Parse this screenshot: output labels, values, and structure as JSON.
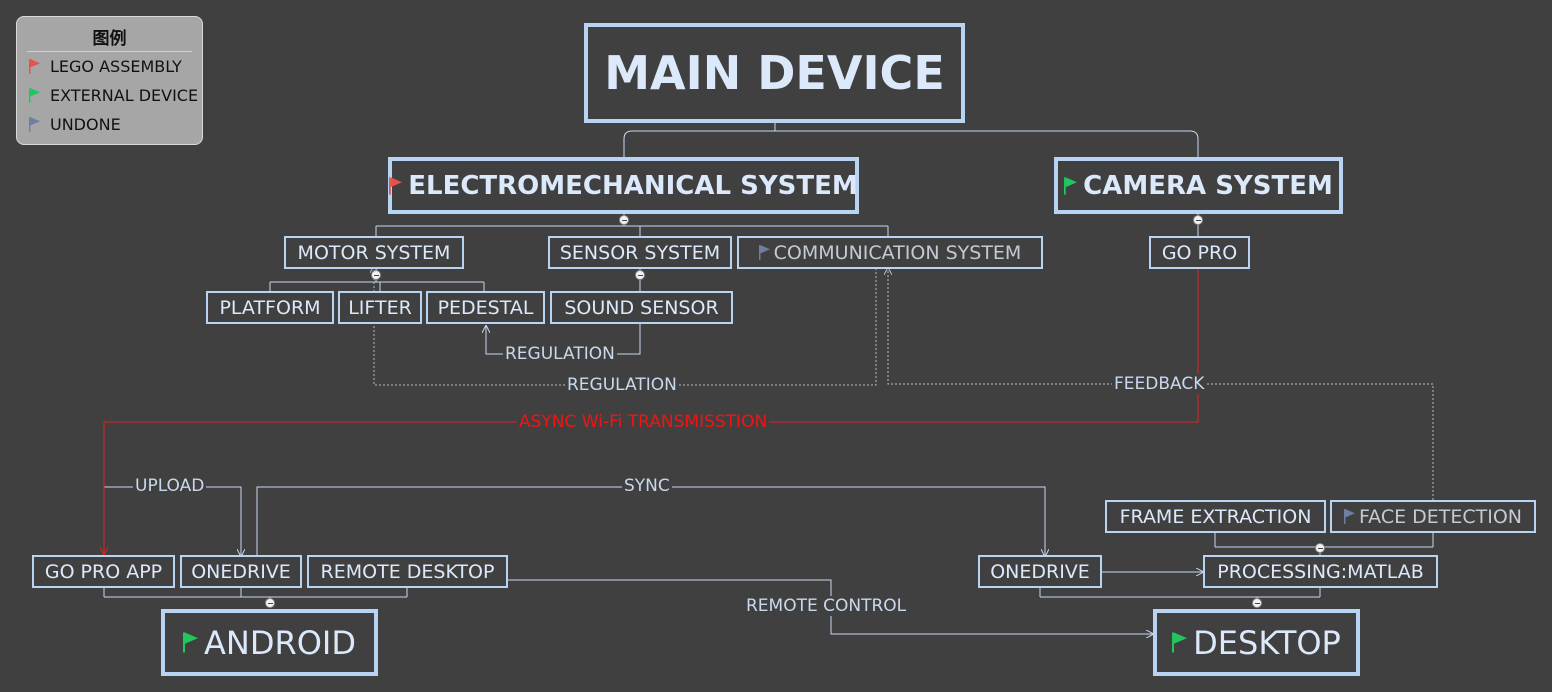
{
  "legend": {
    "title": "图例",
    "items": [
      {
        "label": "LEGO ASSEMBLY",
        "color": "#e8504a"
      },
      {
        "label": "EXTERNAL DEVICE",
        "color": "#22c55e"
      },
      {
        "label": "UNDONE",
        "color": "#6f7fa3"
      }
    ]
  },
  "colors": {
    "node_border": "#b9d3f3",
    "wire": "#c6d8f0",
    "async": "#e02020",
    "dotted": "#bdbdbd",
    "background": "#404040"
  },
  "nodes": {
    "main_device": "MAIN DEVICE",
    "electromechanical": "ELECTROMECHANICAL SYSTEM",
    "camera_system": "CAMERA SYSTEM",
    "motor_system": "MOTOR SYSTEM",
    "sensor_system": "SENSOR SYSTEM",
    "communication_system": "COMMUNICATION SYSTEM",
    "go_pro": "GO PRO",
    "platform": "PLATFORM",
    "lifter": "LIFTER",
    "pedestal": "PEDESTAL",
    "sound_sensor": "SOUND SENSOR",
    "frame_extraction": "FRAME EXTRACTION",
    "face_detection": "FACE DETECTION",
    "go_pro_app": "GO PRO APP",
    "onedrive_android": "ONEDRIVE",
    "remote_desktop": "REMOTE DESKTOP",
    "onedrive_desktop": "ONEDRIVE",
    "processing_matlab": "PROCESSING:MATLAB",
    "android": "ANDROID",
    "desktop": "DESKTOP"
  },
  "edges": {
    "regulation_sound": "REGULATION",
    "regulation_comm": "REGULATION",
    "feedback": "FEEDBACK",
    "async_wifi": "ASYNC Wi-Fi TRANSMISSTION",
    "upload": "UPLOAD",
    "sync": "SYNC",
    "remote_control": "REMOTE CONTROL"
  }
}
